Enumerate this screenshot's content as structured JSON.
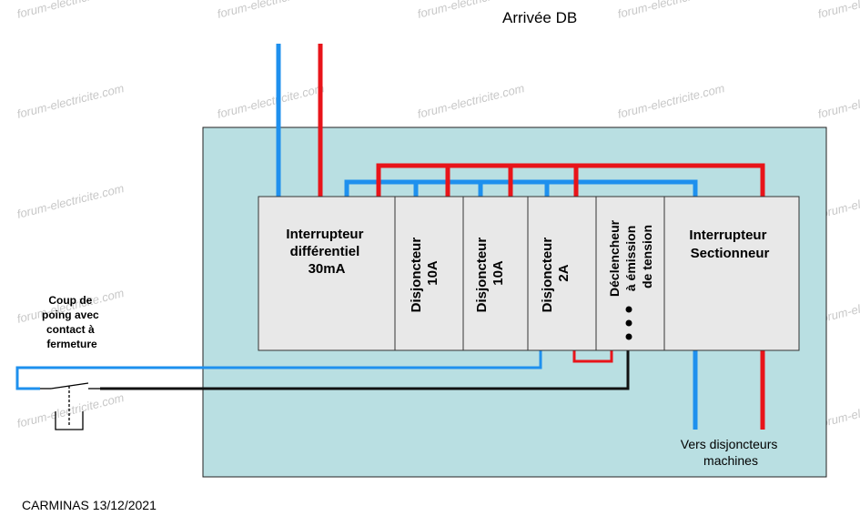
{
  "title": "Arrivée DB",
  "modules": {
    "ddr": [
      "Interrupteur",
      "différentiel",
      "30mA"
    ],
    "breaker1": [
      "Disjoncteur",
      "10A"
    ],
    "breaker2": [
      "Disjoncteur",
      "10A"
    ],
    "breaker3": [
      "Disjoncteur",
      "2A"
    ],
    "shunt_trip": [
      "Déclencheur",
      "à émission",
      "de tension"
    ],
    "isolator": [
      "Interrupteur",
      "Sectionneur"
    ]
  },
  "emergency_button": [
    "Coup de",
    "poing avec",
    "contact à",
    "fermeture"
  ],
  "outgoing": [
    "Vers disjoncteurs",
    "machines"
  ],
  "credit": "CARMINAS 13/12/2021",
  "watermark": "forum-electricite.com",
  "colors": {
    "panel": "#b9dfe2",
    "module": "#e8e8e8",
    "blue_wire": "#1e90ee",
    "red_wire": "#e8141a",
    "black_wire": "#111111"
  }
}
